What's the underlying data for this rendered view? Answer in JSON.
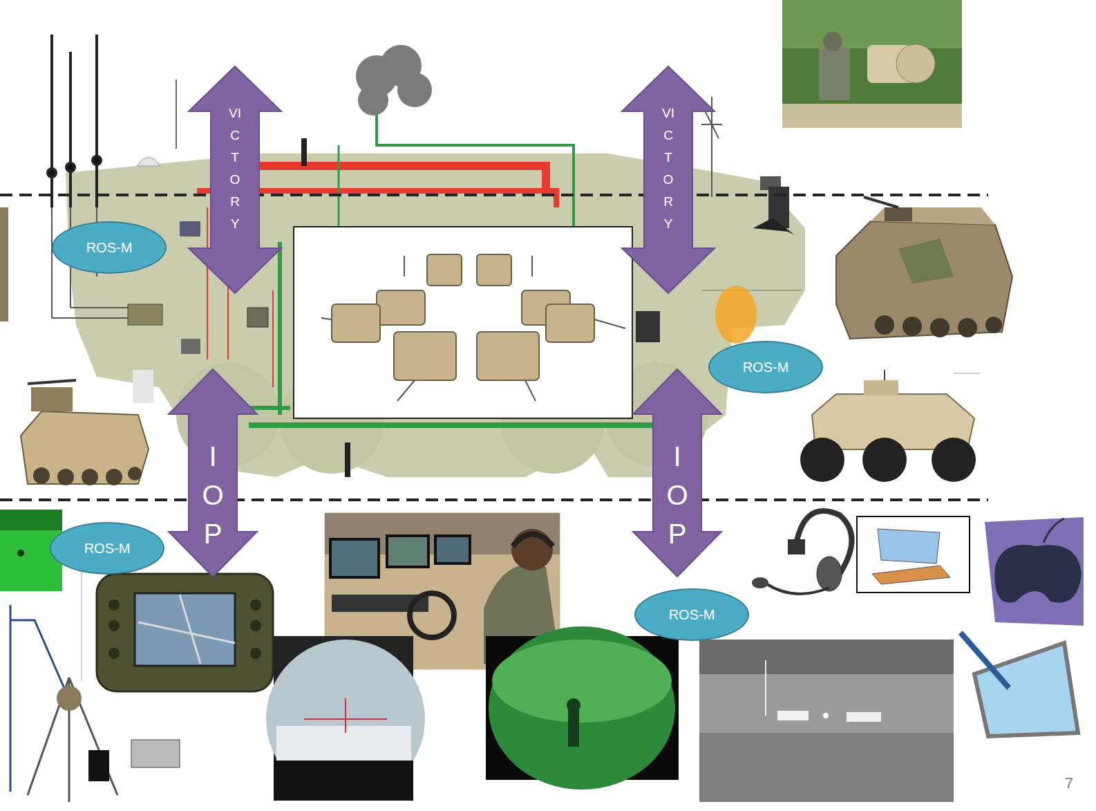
{
  "diagram": {
    "nodes": [
      {
        "text": [
          "VICTORY"
        ]
      },
      {
        "text": [
          "VICTORY"
        ]
      },
      {
        "text": [
          "ROS-M"
        ]
      },
      {
        "text": [
          "ROS-M"
        ]
      },
      {
        "text": [
          "IOP"
        ]
      },
      {
        "text": [
          "IOP"
        ]
      },
      {
        "text": [
          "ROS-M"
        ]
      },
      {
        "text": [
          "ROS-M"
        ]
      }
    ],
    "labels": [
      "7"
    ]
  }
}
